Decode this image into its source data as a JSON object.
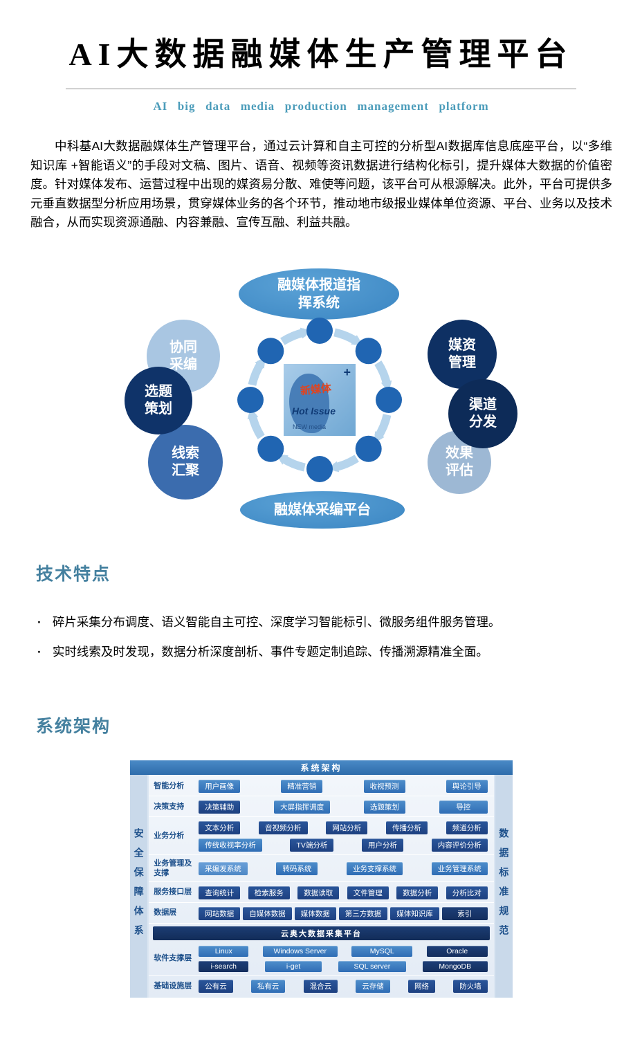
{
  "header": {
    "title": "AI大数据融媒体生产管理平台",
    "subtitle": "AI big data media production management platform"
  },
  "intro": "中科基AI大数据融媒体生产管理平台，通过云计算和自主可控的分析型AI数据库信息底座平台，以“多维知识库 +智能语义”的手段对文稿、图片、语音、视频等资讯数据进行结构化标引，提升媒体大数据的价值密度。针对媒体发布、运营过程中出现的媒资易分散、难使等问题，该平台可从根源解决。此外，平台可提供多元垂直数据型分析应用场景，贯穿媒体业务的各个环节，推动地市级报业媒体单位资源、平台、业务以及技术融合，从而实现资源通融、内容兼融、宣传互融、利益共融。",
  "diagram": {
    "top_ellipse": "融媒体报道指挥系统",
    "bottom_ellipse": "融媒体采编平台",
    "nodes": [
      {
        "label": "协同采编",
        "color": "#a9c6e2"
      },
      {
        "label": "选题策划",
        "color": "#0f3369"
      },
      {
        "label": "线索汇聚",
        "color": "#3b6cae"
      },
      {
        "label": "媒资管理",
        "color": "#0e3063"
      },
      {
        "label": "渠道分发",
        "color": "#0d2b58"
      },
      {
        "label": "效果评估",
        "color": "#9db8d4"
      }
    ],
    "center": {
      "word1": "新媒体",
      "word2": "Hot Issue",
      "word3": "NEW media",
      "plus": "+"
    },
    "ring_color": "#2065b2",
    "arrow_color": "#b5d4ec"
  },
  "tech": {
    "heading": "技术特点",
    "bullets": [
      "碎片采集分布调度、语义智能自主可控、深度学习智能标引、微服务组件服务管理。",
      "实时线索及时发现，数据分析深度剖析、事件专题定制追踪、传播溯源精准全面。"
    ]
  },
  "arch_section": {
    "heading": "系统架构"
  },
  "architecture": {
    "title": "系统架构",
    "left_bar": "安全保障体系",
    "right_bar": "数据标准规范",
    "colors": {
      "navy": [
        "#2a569b",
        "#1d4080"
      ],
      "mid": [
        "#4e8ecb",
        "#2f6db5"
      ],
      "deep": [
        "#1d3f78",
        "#142e5e"
      ],
      "light": [
        "#6aa0d8",
        "#4e88c6"
      ]
    },
    "rows": [
      {
        "label": "智能分析",
        "lines": [
          [
            {
              "t": "用户画像",
              "c": "mid"
            },
            {
              "t": "精准营销",
              "c": "mid"
            },
            {
              "t": "收视预测",
              "c": "mid"
            },
            {
              "t": "舆论引导",
              "c": "mid"
            }
          ]
        ]
      },
      {
        "label": "决策支持",
        "lines": [
          [
            {
              "t": "决策辅助",
              "c": "navy"
            },
            {
              "t": "大屏指挥调度",
              "c": "mid"
            },
            {
              "t": "选题策划",
              "c": "mid"
            },
            {
              "t": "导控",
              "c": "mid",
              "w": 52
            }
          ]
        ]
      },
      {
        "label": "业务分析",
        "lines": [
          [
            {
              "t": "文本分析",
              "c": "navy"
            },
            {
              "t": "音视频分析",
              "c": "navy"
            },
            {
              "t": "网站分析",
              "c": "navy"
            },
            {
              "t": "传播分析",
              "c": "navy"
            },
            {
              "t": "频道分析",
              "c": "navy"
            }
          ],
          [
            {
              "t": "传统收视率分析",
              "c": "mid"
            },
            {
              "t": "TV端分析",
              "c": "navy"
            },
            {
              "t": "用户分析",
              "c": "navy"
            },
            {
              "t": "内容评价分析",
              "c": "navy"
            }
          ]
        ]
      },
      {
        "label": "业务管理及支撑",
        "lines": [
          [
            {
              "t": "采编发系统",
              "c": "light"
            },
            {
              "t": "转码系统",
              "c": "mid"
            },
            {
              "t": "业务支撑系统",
              "c": "mid"
            },
            {
              "t": "业务管理系统",
              "c": "mid"
            }
          ]
        ]
      },
      {
        "label": "服务接口层",
        "lines": [
          [
            {
              "t": "查询统计",
              "c": "navy"
            },
            {
              "t": "检索服务",
              "c": "navy"
            },
            {
              "t": "数据读取",
              "c": "navy"
            },
            {
              "t": "文件管理",
              "c": "navy"
            },
            {
              "t": "数据分析",
              "c": "navy"
            },
            {
              "t": "分析比对",
              "c": "navy"
            }
          ]
        ]
      },
      {
        "label": "数据层",
        "lines": [
          [
            {
              "t": "网站数据",
              "c": "navy"
            },
            {
              "t": "自媒体数据",
              "c": "navy"
            },
            {
              "t": "媒体数据",
              "c": "navy"
            },
            {
              "t": "第三方数据",
              "c": "navy"
            },
            {
              "t": "媒体知识库",
              "c": "navy"
            },
            {
              "t": "索引",
              "c": "deep",
              "w": 48
            }
          ]
        ]
      },
      {
        "bar": "云奥大数据采集平台"
      },
      {
        "label": "软件支撑层",
        "lines": [
          [
            {
              "t": "Linux",
              "c": "mid",
              "w": 54
            },
            {
              "t": "Windows Server",
              "c": "mid",
              "w": 90
            },
            {
              "t": "MySQL",
              "c": "mid",
              "w": 70
            },
            {
              "t": "Oracle",
              "c": "deep",
              "w": 70
            }
          ],
          [
            {
              "t": "i-search",
              "c": "deep",
              "w": 54
            },
            {
              "t": "i-get",
              "c": "mid",
              "w": 64
            },
            {
              "t": "SQL server",
              "c": "mid",
              "w": 80
            },
            {
              "t": "MongoDB",
              "c": "deep",
              "w": 76
            }
          ]
        ]
      },
      {
        "label": "基础设施层",
        "lines": [
          [
            {
              "t": "公有云",
              "c": "navy"
            },
            {
              "t": "私有云",
              "c": "mid"
            },
            {
              "t": "混合云",
              "c": "navy"
            },
            {
              "t": "云存储",
              "c": "mid"
            },
            {
              "t": "网络",
              "c": "navy"
            },
            {
              "t": "防火墙",
              "c": "navy"
            }
          ]
        ]
      }
    ]
  }
}
